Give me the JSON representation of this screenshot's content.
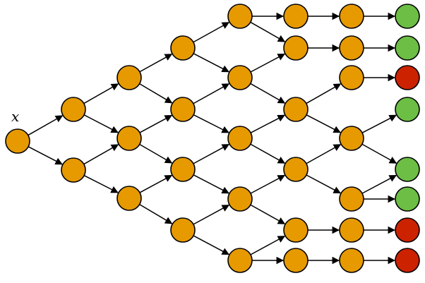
{
  "input_label": "x",
  "colors": {
    "internal": "#E69A00",
    "success": "#6CBE45",
    "failure": "#CC2200",
    "edge": "#000000"
  },
  "nodes": [
    {
      "id": "x",
      "status": "internal"
    },
    {
      "id": "a1",
      "status": "internal"
    },
    {
      "id": "a2",
      "status": "internal"
    },
    {
      "id": "b1",
      "status": "internal"
    },
    {
      "id": "b2",
      "status": "internal"
    },
    {
      "id": "b3",
      "status": "internal"
    },
    {
      "id": "c1",
      "status": "internal"
    },
    {
      "id": "c2",
      "status": "internal"
    },
    {
      "id": "c3",
      "status": "internal"
    },
    {
      "id": "c4",
      "status": "internal"
    },
    {
      "id": "d1",
      "status": "internal"
    },
    {
      "id": "d2",
      "status": "internal"
    },
    {
      "id": "d3",
      "status": "internal"
    },
    {
      "id": "d4",
      "status": "internal"
    },
    {
      "id": "d5",
      "status": "internal"
    },
    {
      "id": "e1",
      "status": "internal"
    },
    {
      "id": "e2",
      "status": "internal"
    },
    {
      "id": "e3",
      "status": "internal"
    },
    {
      "id": "e4",
      "status": "internal"
    },
    {
      "id": "e5",
      "status": "internal"
    },
    {
      "id": "e6",
      "status": "internal"
    },
    {
      "id": "f1",
      "status": "internal"
    },
    {
      "id": "f2",
      "status": "internal"
    },
    {
      "id": "f3",
      "status": "internal"
    },
    {
      "id": "f4",
      "status": "internal"
    },
    {
      "id": "f5",
      "status": "internal"
    },
    {
      "id": "f6",
      "status": "internal"
    },
    {
      "id": "f7",
      "status": "internal"
    },
    {
      "id": "g1",
      "status": "success"
    },
    {
      "id": "g2",
      "status": "success"
    },
    {
      "id": "g3",
      "status": "failure"
    },
    {
      "id": "g4",
      "status": "success"
    },
    {
      "id": "g5",
      "status": "success"
    },
    {
      "id": "g6",
      "status": "success"
    },
    {
      "id": "g7",
      "status": "failure"
    },
    {
      "id": "g8",
      "status": "failure"
    }
  ],
  "edges": [
    [
      "x",
      "a1"
    ],
    [
      "x",
      "a2"
    ],
    [
      "a1",
      "b1"
    ],
    [
      "a1",
      "b2"
    ],
    [
      "a2",
      "b2"
    ],
    [
      "a2",
      "b3"
    ],
    [
      "b1",
      "c1"
    ],
    [
      "b1",
      "c2"
    ],
    [
      "b2",
      "c2"
    ],
    [
      "b2",
      "c3"
    ],
    [
      "b3",
      "c3"
    ],
    [
      "b3",
      "c4"
    ],
    [
      "c1",
      "d1"
    ],
    [
      "c1",
      "d2"
    ],
    [
      "c2",
      "d2"
    ],
    [
      "c2",
      "d3"
    ],
    [
      "c3",
      "d3"
    ],
    [
      "c3",
      "d4"
    ],
    [
      "c4",
      "d4"
    ],
    [
      "c4",
      "d5"
    ],
    [
      "d1",
      "e1"
    ],
    [
      "d1",
      "e2"
    ],
    [
      "d2",
      "e2"
    ],
    [
      "d2",
      "e3"
    ],
    [
      "d3",
      "e3"
    ],
    [
      "d3",
      "e4"
    ],
    [
      "d4",
      "e4"
    ],
    [
      "d4",
      "e5"
    ],
    [
      "d5",
      "e5"
    ],
    [
      "d5",
      "e6"
    ],
    [
      "e1",
      "f1"
    ],
    [
      "e2",
      "f2"
    ],
    [
      "e3",
      "f3"
    ],
    [
      "e3",
      "f4"
    ],
    [
      "e4",
      "f4"
    ],
    [
      "e4",
      "f5"
    ],
    [
      "e5",
      "f6"
    ],
    [
      "e6",
      "f7"
    ],
    [
      "f1",
      "g1"
    ],
    [
      "f2",
      "g2"
    ],
    [
      "f3",
      "g3"
    ],
    [
      "f4",
      "g4"
    ],
    [
      "f4",
      "g5"
    ],
    [
      "f5",
      "g5"
    ],
    [
      "f5",
      "g6"
    ],
    [
      "f6",
      "g7"
    ],
    [
      "f7",
      "g8"
    ]
  ]
}
